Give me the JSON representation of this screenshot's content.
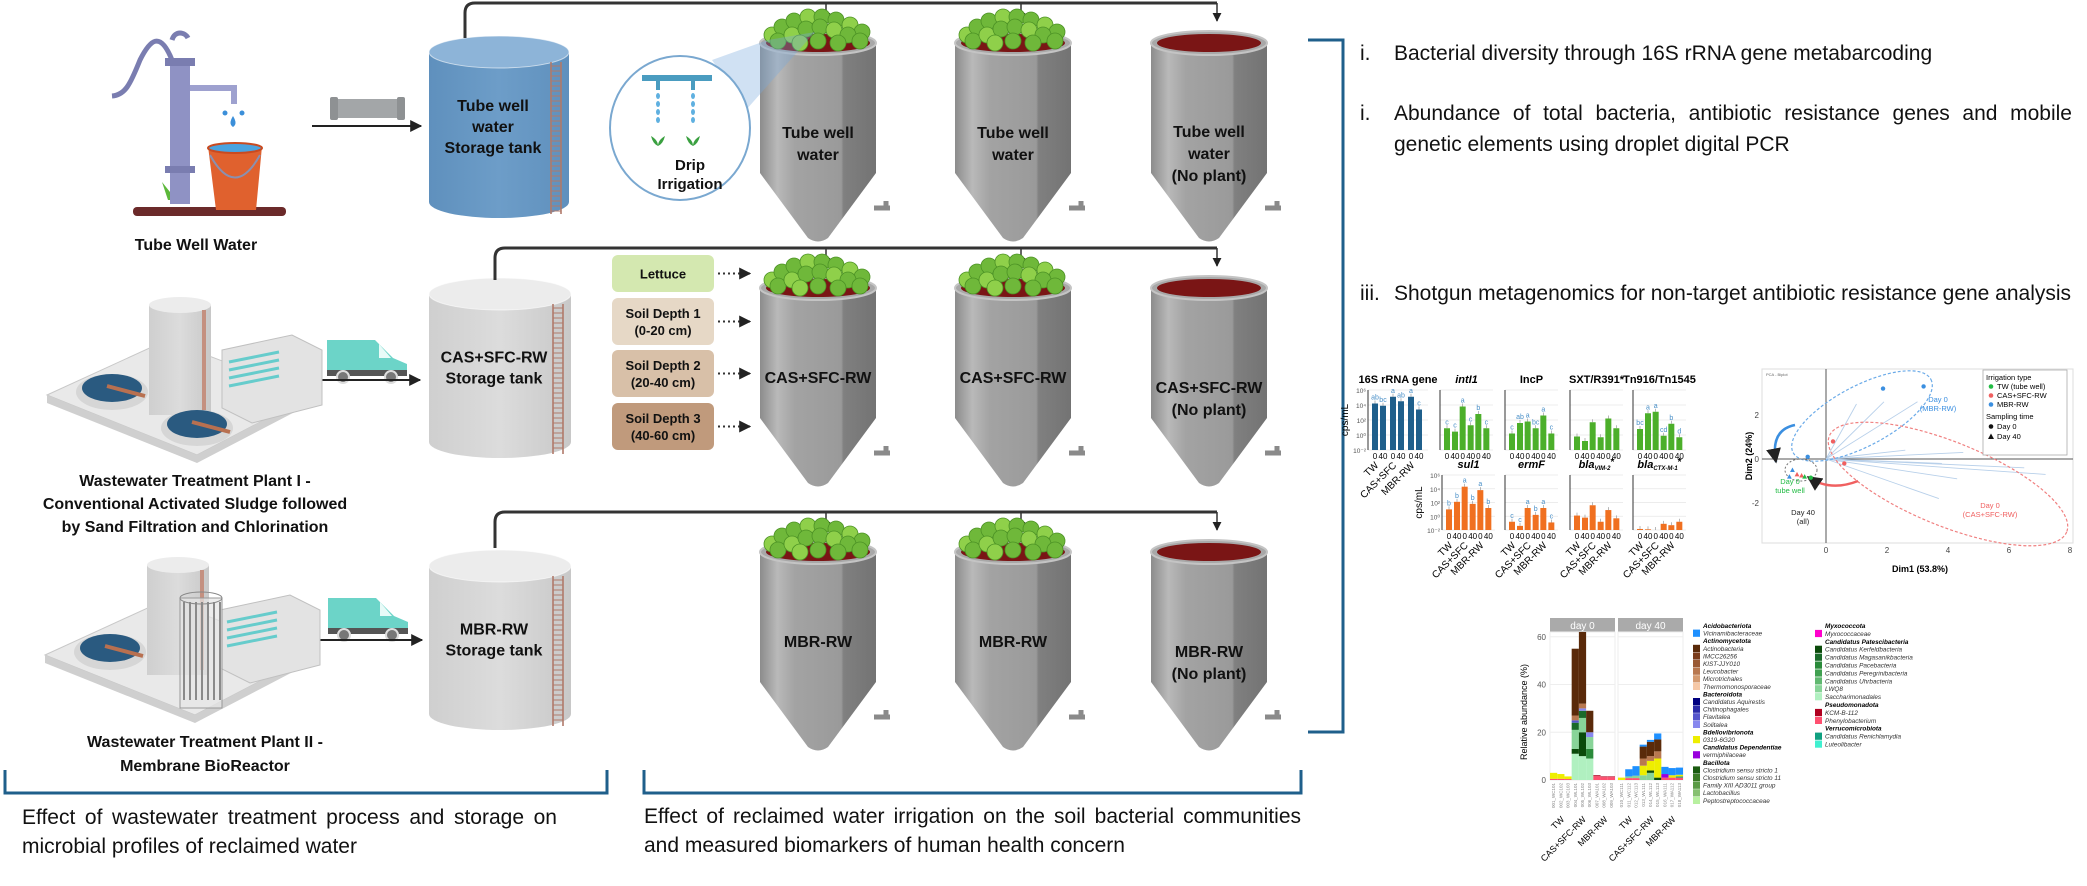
{
  "colors": {
    "bracket": "#1f5f8b",
    "tw_tank": "#6d9dc8",
    "rw_tank": "#d6d6d6",
    "silo": "#9a9a9a",
    "soil": "#7a1515",
    "lettuce": "#6fb83a",
    "truck": "#6cd4c8",
    "box_lettuce": "#d4e8b0",
    "box_sd1": "#e6d8c6",
    "box_sd2": "#d8c0a8",
    "box_sd3": "#c09a7c"
  },
  "sources": {
    "tube_well": {
      "label": "Tube Well Water",
      "icon": "hand-pump-icon"
    },
    "wwtp1": {
      "label_lines": [
        "Wastewater Treatment Plant I -",
        "Conventional Activated Sludge followed",
        "by Sand Filtration and Chlorination"
      ],
      "icon": "treatment-plant-icon"
    },
    "wwtp2": {
      "label_lines": [
        "Wastewater Treatment Plant II -",
        "Membrane BioReactor"
      ],
      "icon": "membrane-bioreactor-icon"
    }
  },
  "tanks": [
    {
      "lines": [
        "Tube well",
        "water",
        "Storage tank"
      ]
    },
    {
      "lines": [
        "CAS+SFC-RW",
        "Storage tank"
      ]
    },
    {
      "lines": [
        "MBR-RW",
        "Storage tank"
      ]
    }
  ],
  "drip": {
    "lines": [
      "Drip",
      "Irrigation"
    ]
  },
  "sample_types": [
    "Lettuce",
    "Soil Depth 1|(0-20 cm)",
    "Soil Depth 2|(20-40 cm)",
    "Soil Depth 3|(40-60 cm)"
  ],
  "silos": [
    [
      {
        "lines": [
          "Tube well",
          "water"
        ],
        "plant": true
      },
      {
        "lines": [
          "Tube well",
          "water"
        ],
        "plant": true
      },
      {
        "lines": [
          "Tube well",
          "water",
          "(No plant)"
        ],
        "plant": false
      }
    ],
    [
      {
        "lines": [
          "CAS+SFC-RW"
        ],
        "plant": true
      },
      {
        "lines": [
          "CAS+SFC-RW"
        ],
        "plant": true
      },
      {
        "lines": [
          "CAS+SFC-RW",
          "(No plant)"
        ],
        "plant": false
      }
    ],
    [
      {
        "lines": [
          "MBR-RW"
        ],
        "plant": true
      },
      {
        "lines": [
          "MBR-RW"
        ],
        "plant": true
      },
      {
        "lines": [
          "MBR-RW",
          "(No plant)"
        ],
        "plant": false
      }
    ]
  ],
  "bottom_captions": {
    "left": "Effect of wastewater treatment process and storage on microbial profiles of reclaimed water",
    "right": "Effect of reclaimed water irrigation on the soil bacterial communities and measured biomarkers of human health concern"
  },
  "analyses": [
    {
      "num": "i.",
      "text": "Bacterial diversity through 16S rRNA gene metabarcoding"
    },
    {
      "num": "i.",
      "text": "Abundance of total bacteria, antibiotic resistance genes and mobile genetic elements using droplet digital PCR"
    },
    {
      "num": "iii.",
      "text": "Shotgun metagenomics for non-target antibiotic resistance gene analysis"
    }
  ],
  "chart_data": [
    {
      "type": "bar",
      "ylabel": "cps/mL",
      "yscale": "log10",
      "ylim_log10": [
        -2,
        6
      ],
      "yticks": [
        "10⁶",
        "10⁴",
        "10²",
        "10⁰",
        "10⁻²"
      ],
      "x_sublabels": [
        "0",
        "40"
      ],
      "categories": [
        "TW",
        "CAS+SFC",
        "MBR-RW"
      ],
      "panels": [
        {
          "title": "16S rRNA gene",
          "color": "#1f5f8b",
          "log10_values": [
            4.2,
            3.9,
            5.1,
            4.5,
            5.1,
            3.4
          ],
          "letters": [
            "ab",
            "bc",
            "a",
            "ab",
            "a",
            "c"
          ]
        },
        {
          "title": "intI1",
          "italic": true,
          "color": "#4caf2a",
          "log10_values": [
            0.9,
            0.45,
            3.8,
            1.3,
            2.8,
            0.9
          ],
          "letters": [
            "c",
            "c",
            "a",
            "c",
            "b",
            "c"
          ]
        },
        {
          "title": "IncP",
          "color": "#4caf2a",
          "log10_values": [
            0.2,
            1.6,
            1.8,
            0.9,
            2.6,
            0.2
          ],
          "letters": [
            "c",
            "ab",
            "a",
            "bc",
            "a",
            "c"
          ]
        },
        {
          "title": "SXT/R391*",
          "color": "#4caf2a",
          "log10_values": [
            -0.2,
            -0.8,
            1.7,
            -0.3,
            2.2,
            0.9
          ],
          "letters": []
        },
        {
          "title": "Tn916/Tn1545",
          "color": "#4caf2a",
          "log10_values": [
            0.8,
            2.9,
            3.1,
            -0.1,
            1.5,
            -0.3
          ],
          "letters": [
            "bc",
            "a",
            "a",
            "cd",
            "b",
            "d"
          ]
        },
        {
          "title": "sul1",
          "italic": true,
          "color": "#f07020",
          "log10_values": [
            1.0,
            2.1,
            4.3,
            1.8,
            3.8,
            1.2
          ],
          "letters": [
            "b",
            "b",
            "a",
            "b",
            "a",
            "b"
          ]
        },
        {
          "title": "ermF",
          "italic": true,
          "color": "#f07020",
          "log10_values": [
            -0.8,
            -1.4,
            1.2,
            0.2,
            1.2,
            -0.9
          ],
          "letters": [
            "c",
            "c",
            "a",
            "b",
            "a",
            "c"
          ]
        },
        {
          "title": "bla",
          "sub": "VIM-2",
          "suffix": "*",
          "italic": true,
          "color": "#f07020",
          "log10_values": [
            0.1,
            -0.2,
            1.6,
            -0.8,
            0.9,
            -0.3
          ],
          "letters": []
        },
        {
          "title": "bla",
          "sub": "CTX-M-1",
          "suffix": "*",
          "italic": true,
          "color": "#f07020",
          "log10_values": [
            -1.85,
            -1.9,
            -2.0,
            -1.1,
            -1.3,
            -0.8
          ],
          "letters": []
        }
      ]
    },
    {
      "type": "scatter",
      "title": "PCA - Biplot",
      "xlabel": "Dim1 (53.8%)",
      "ylabel": "Dim2 (24%)",
      "xlim": [
        -2.1,
        8.1
      ],
      "ylim": [
        -3.8,
        4.1
      ],
      "xticks": [
        0,
        2,
        4,
        6,
        8
      ],
      "yticks": [
        2,
        0,
        -2
      ],
      "legend": {
        "placement": "top-right",
        "color_title": "Irrigation type",
        "colors": [
          {
            "label": "TW (tube well)",
            "color": "#22bb44"
          },
          {
            "label": "CAS+SFC-RW",
            "color": "#f06060"
          },
          {
            "label": "MBR-RW",
            "color": "#3b8fe0"
          }
        ],
        "shape_title": "Sampling time",
        "shapes": [
          {
            "label": "Day 0",
            "shape": "circle"
          },
          {
            "label": "Day 40",
            "shape": "triangle"
          }
        ]
      },
      "points": [
        {
          "x": 1.87,
          "y": 3.2,
          "group": "MBR-RW",
          "day": 0
        },
        {
          "x": 3.2,
          "y": 3.3,
          "group": "MBR-RW",
          "day": 0
        },
        {
          "x": -0.6,
          "y": 0.1,
          "group": "MBR-RW",
          "day": 0
        },
        {
          "x": 0.23,
          "y": 0.8,
          "group": "CAS+SFC-RW",
          "day": 0
        },
        {
          "x": 0.6,
          "y": -0.2,
          "group": "CAS+SFC-RW",
          "day": 0
        },
        {
          "x": -0.5,
          "y": -0.85,
          "group": "TW (tube well)",
          "day": 0
        },
        {
          "x": -1.1,
          "y": -0.5,
          "group": "MBR-RW",
          "day": 40
        },
        {
          "x": -0.95,
          "y": -0.7,
          "group": "CAS+SFC-RW",
          "day": 40
        },
        {
          "x": -0.8,
          "y": -0.75,
          "group": "CAS+SFC-RW",
          "day": 40
        },
        {
          "x": -0.7,
          "y": -0.8,
          "group": "TW (tube well)",
          "day": 40
        },
        {
          "x": -1.2,
          "y": -0.8,
          "group": "MBR-RW",
          "day": 40
        }
      ],
      "loading_vectors": [
        [
          1.0,
          2.5
        ],
        [
          1.9,
          2.6
        ],
        [
          3.0,
          2.6
        ],
        [
          2.6,
          0.4
        ],
        [
          3.8,
          -0.2
        ],
        [
          4.3,
          -0.9
        ],
        [
          3.7,
          -1.8
        ],
        [
          4.5,
          0.3
        ],
        [
          6.5,
          -0.4
        ],
        [
          7.2,
          -0.7
        ]
      ],
      "annotations": [
        {
          "text": "Day 0",
          "text2": "(MBR-RW)",
          "color": "#3b8fe0"
        },
        {
          "text": "Day 0",
          "text2": "tube well",
          "color": "#22bb44"
        },
        {
          "text": "Day 40",
          "text2": "(all)",
          "color": "#222222"
        },
        {
          "text": "Day 0",
          "text2": "(CAS+SFC-RW)",
          "color": "#f06060"
        }
      ]
    },
    {
      "type": "bar",
      "stacked": true,
      "ylabel": "Relative abundance (%)",
      "ylim": [
        0,
        62
      ],
      "yticks": [
        0,
        20,
        40,
        60
      ],
      "facets": [
        "day 0",
        "day 40"
      ],
      "groups": [
        "TW",
        "CAS+SFC-RW",
        "MBR-RW"
      ],
      "samples": [
        [
          "001_WC101",
          "002_WC102",
          "003_WC103",
          "004_WL101",
          "005_WL102",
          "006_WL103",
          "007_WA101",
          "008_WA102",
          "009_WA103"
        ],
        [
          "010_WC111",
          "011_WC112",
          "012_WC113",
          "013_WL111",
          "014_WL112",
          "015_WL113",
          "016_WA111",
          "017_WA112",
          "018_WA113"
        ]
      ],
      "values": [
        [
          {
            "Phenylobacterium": 0.5,
            "0319-6G20": 2.5
          },
          {
            "Phenylobacterium": 0.5,
            "0319-6G20": 2.0
          },
          {
            "Phenylobacterium": 0.4,
            "0319-6G20": 1.1
          },
          {
            "Saccharimonadales": 11,
            "Candidatus Kerfeldbacteria": 2,
            "LWQ8": 8,
            "Candidatus Magasanikbacteria": 3,
            "Flavitalea": 1,
            "Leucobacter": 2,
            "Actinobacteria": 28
          },
          {
            "Saccharimonadales": 10,
            "Candidatus Kerfeldbacteria": 10,
            "LWQ8": 6,
            "Candidatus Magasanikbacteria": 3,
            "Solitalea": 1,
            "Leucobacter": 2,
            "Actinobacteria": 30
          },
          {
            "Saccharimonadales": 9,
            "Candidatus Pacebacteria": 4,
            "LWQ8": 5,
            "Solitalea": 2,
            "Actinobacteria": 9
          },
          {
            "Phenylobacterium": 1.6,
            "KCM-B-112": 0.4
          },
          {
            "Phenylobacterium": 1.2,
            "KCM-B-112": 0.3
          },
          {
            "Phenylobacterium": 1.2,
            "KCM-B-112": 0.3
          }
        ],
        [
          {
            "0319-6G20": 1.0
          },
          {
            "Phenylobacterium": 0.8,
            "LWQ8": 0.7,
            "Vicinamibacteraceae": 3
          },
          {
            "Phenylobacterium": 0.8,
            "LWQ8": 1.0,
            "Vicinamibacteraceae": 4
          },
          {
            "LWQ8": 2,
            "0319-6G20": 4,
            "Leucobacter": 3,
            "Actinobacteria": 5,
            "Vicinamibacteraceae": 0.8
          },
          {
            "LWQ8": 3,
            "Candidatus Kerfeldbacteria": 1,
            "0319-6G20": 4,
            "Leucobacter": 2,
            "Actinobacteria": 6,
            "Vicinamibacteraceae": 0.8
          },
          {
            "Candidatus Kerfeldbacteria": 1,
            "0319-6G20": 8,
            "Leucobacter": 3,
            "Actinobacteria": 5,
            "Vicinamibacteraceae": 2.5
          },
          {
            "Phenylobacterium": 1,
            "vermiphilaceae": 1.5,
            "Vicinamibacteraceae": 3
          },
          {
            "Phenylobacterium": 1,
            "0319-6G20": 1,
            "Vicinamibacteraceae": 3
          },
          {
            "Phenylobacterium": 1,
            "Candidatus Renichlamydia": 0.5,
            "0319-6G20": 0.7,
            "Vicinamibacteraceae": 3
          }
        ]
      ],
      "legend": [
        [
          {
            "header": "Acidobacteriota"
          },
          {
            "label": "Vicinamibacteraceae",
            "color": "#1e90ff"
          },
          {
            "header": "Actinomycetota"
          },
          {
            "label": "Actinobacteria",
            "color": "#5a2a0a"
          },
          {
            "label": "IMCC26256",
            "color": "#7a3b1a"
          },
          {
            "label": "KIST-JJY010",
            "color": "#9a5a35"
          },
          {
            "label": "Leucobacter",
            "color": "#b87850"
          },
          {
            "label": "Microtrichales",
            "color": "#d49a70"
          },
          {
            "label": "Thermomonosporaceae",
            "color": "#f6c8a6"
          },
          {
            "header": "Bacteroidota"
          },
          {
            "label": "Candidatus Aquirestis",
            "color": "#000080"
          },
          {
            "label": "Chitinophagales",
            "color": "#2a2aa8"
          },
          {
            "label": "Flavitalea",
            "color": "#5555cc"
          },
          {
            "label": "Solitalea",
            "color": "#8888ee"
          },
          {
            "header": "Bdellovibrionota"
          },
          {
            "label": "0319-6G20",
            "color": "#eeee00"
          },
          {
            "header": "Candidatus Dependentiae"
          },
          {
            "label": "vermiphilaceae",
            "color": "#9900dd"
          },
          {
            "header": "Bacillota"
          },
          {
            "label": "Clostridium sensu stricto 1",
            "color": "#1a5a10"
          },
          {
            "label": "Clostridium sensu stricto 11",
            "color": "#3a7a25"
          },
          {
            "label": "Family XIII AD3011 group",
            "color": "#5a9a45"
          },
          {
            "label": "Lactobacillus",
            "color": "#86c070"
          },
          {
            "label": "Peptostreptococcaceae",
            "color": "#b8f0a0"
          }
        ],
        [
          {
            "header": "Myxococcota"
          },
          {
            "label": "Myxococcaceae",
            "color": "#ff00cc"
          },
          {
            "header": "Candidatus Patescibacteria"
          },
          {
            "label": "Candidatus Kerfeldbacteria",
            "color": "#0a4a0a"
          },
          {
            "label": "Candidatus Magasanikbacteria",
            "color": "#1a6a2a"
          },
          {
            "label": "Candidatus Pacebacteria",
            "color": "#2a8a3a"
          },
          {
            "label": "Candidatus Peregrinibacteria",
            "color": "#40a050"
          },
          {
            "label": "Candidatus Uhrbacteria",
            "color": "#60b870"
          },
          {
            "label": "LWQ8",
            "color": "#88d498"
          },
          {
            "label": "Saccharimonadales",
            "color": "#b0f0c0"
          },
          {
            "header": "Pseudomonadota"
          },
          {
            "label": "KCM-B-112",
            "color": "#b00020"
          },
          {
            "label": "Phenylobacterium",
            "color": "#ff5070"
          },
          {
            "header": "Verrucomicrobiota"
          },
          {
            "label": "Candidatus Renichlamydia",
            "color": "#10a080"
          },
          {
            "label": "Luteolibacter",
            "color": "#40f0d0"
          }
        ]
      ]
    }
  ]
}
